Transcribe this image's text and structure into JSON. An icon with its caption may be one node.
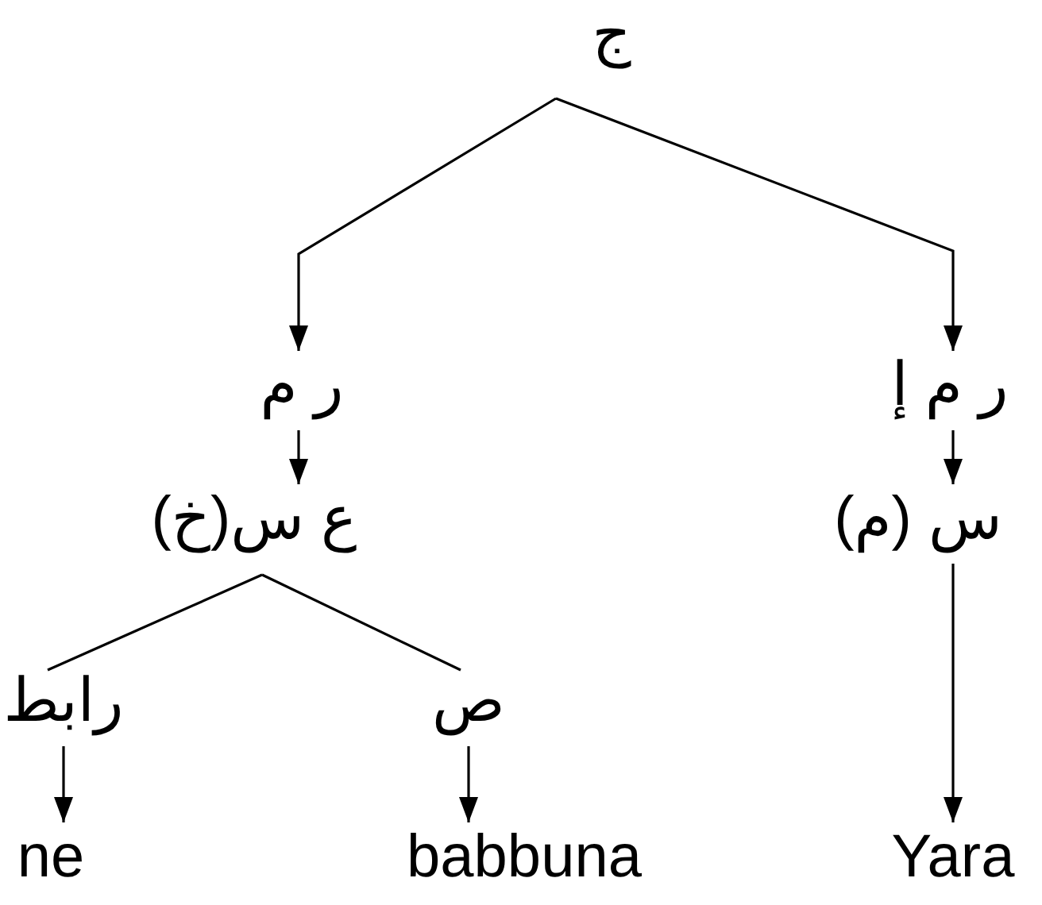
{
  "diagram": {
    "nodes": [
      {
        "text": [
          "ج"
        ]
      },
      {
        "text": [
          "ر م"
        ]
      },
      {
        "text": [
          "ر م إ"
        ]
      },
      {
        "text": [
          "ع س(خ)"
        ]
      },
      {
        "text": [
          "س (م)"
        ]
      },
      {
        "text": [
          "رابط"
        ]
      },
      {
        "text": [
          "ص"
        ]
      },
      {
        "text": [
          "ne"
        ]
      },
      {
        "text": [
          "babbuna"
        ]
      },
      {
        "text": [
          "Yara"
        ]
      }
    ],
    "edges": [
      {
        "from": 0,
        "to": 1,
        "arrow": "to"
      },
      {
        "from": 0,
        "to": 2,
        "arrow": "to"
      },
      {
        "from": 1,
        "to": 3,
        "arrow": "to"
      },
      {
        "from": 2,
        "to": 4,
        "arrow": "to"
      },
      {
        "from": 3,
        "to": 5,
        "arrow": "none"
      },
      {
        "from": 3,
        "to": 6,
        "arrow": "none"
      },
      {
        "from": 5,
        "to": 7,
        "arrow": "to"
      },
      {
        "from": 6,
        "to": 8,
        "arrow": "to"
      },
      {
        "from": 4,
        "to": 9,
        "arrow": "to"
      }
    ]
  }
}
